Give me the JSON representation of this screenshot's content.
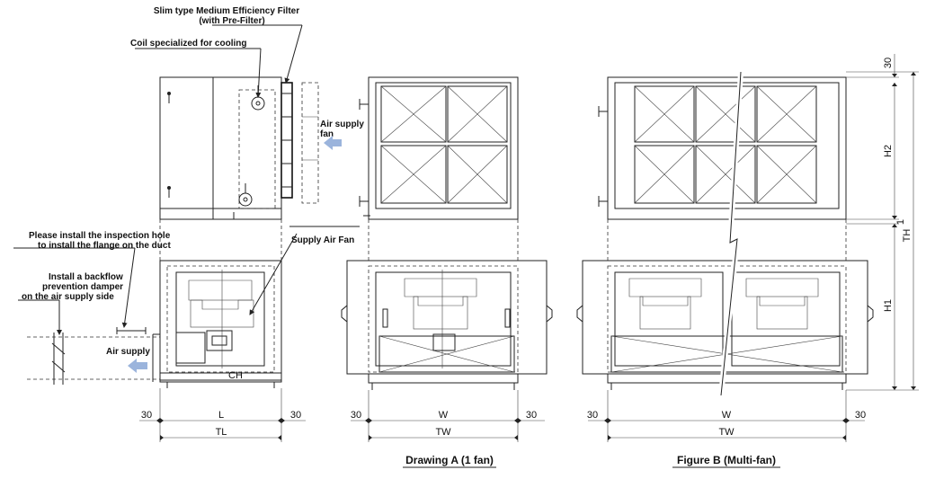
{
  "labels": {
    "filter_line1": "Slim type Medium Efficiency Filter",
    "filter_line2": "(with Pre-Filter)",
    "coil": "Coil specialized for cooling",
    "air_supply_fan_line1": "Air supply",
    "air_supply_fan_line2": "fan",
    "inspection_line1": "Please install the inspection hole",
    "inspection_line2": "to install the flange on the duct",
    "backflow_line1": "Install a backflow",
    "backflow_line2": "prevention damper",
    "backflow_line3": "on the air supply side",
    "air_supply": "Air supply",
    "supply_air_fan": "Supply Air Fan",
    "ch": "CH"
  },
  "dimensions": {
    "left_30a": "30",
    "left_L": "L",
    "left_30b": "30",
    "left_TL": "TL",
    "mid_30a": "30",
    "mid_W": "W",
    "mid_30b": "30",
    "mid_TW": "TW",
    "right_30a": "30",
    "right_W": "W",
    "right_30b": "30",
    "right_TW": "TW",
    "v_30": "30",
    "v_H2": "H2",
    "v_1": "1",
    "v_H1": "H1",
    "v_TH": "TH"
  },
  "captions": {
    "drawing_a": "Drawing A (1 fan)",
    "figure_b": "Figure B (Multi-fan)"
  },
  "colors": {
    "arrow": "#9bb4dc",
    "line": "#222222"
  }
}
